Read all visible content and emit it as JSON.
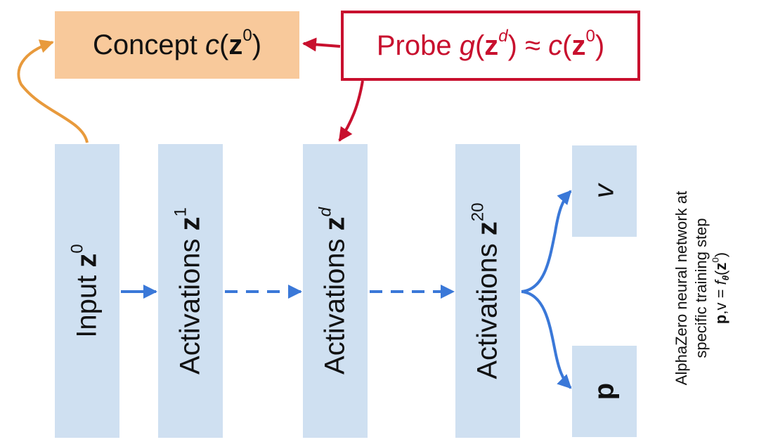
{
  "concept": {
    "prefix": "Concept ",
    "fn": "c",
    "open": "(",
    "var": "z",
    "sup": "0",
    "close": ")"
  },
  "probe": {
    "prefix": "Probe ",
    "g": "g",
    "open1": "(",
    "var1": "z",
    "sup1": "d",
    "close1": ")",
    "approx": " ≈ ",
    "c": "c",
    "open2": "(",
    "var2": "z",
    "sup2": "0",
    "close2": ")"
  },
  "layers": [
    {
      "label": "Input ",
      "var": "z",
      "sup": "0"
    },
    {
      "label": "Activations ",
      "var": "z",
      "sup": "1"
    },
    {
      "label": "Activations ",
      "var": "z",
      "sup": "d"
    },
    {
      "label": "Activations ",
      "var": "z",
      "sup": "20"
    }
  ],
  "outputs": {
    "v": "v",
    "p": "p"
  },
  "caption": {
    "line1": "AlphaZero neural network at",
    "line2": "specific training step",
    "line3_p": "p",
    "line3_mid": ",v = ",
    "line3_f": "f",
    "line3_theta": "θ",
    "line3_open": "(",
    "line3_z": "z",
    "line3_sup": "0",
    "line3_close": ")"
  },
  "colors": {
    "layer": "#cfe0f1",
    "concept": "#f8c99b",
    "probe": "#c8102e",
    "blue_arrow": "#3a78d8",
    "orange_arrow": "#e89a3c"
  }
}
